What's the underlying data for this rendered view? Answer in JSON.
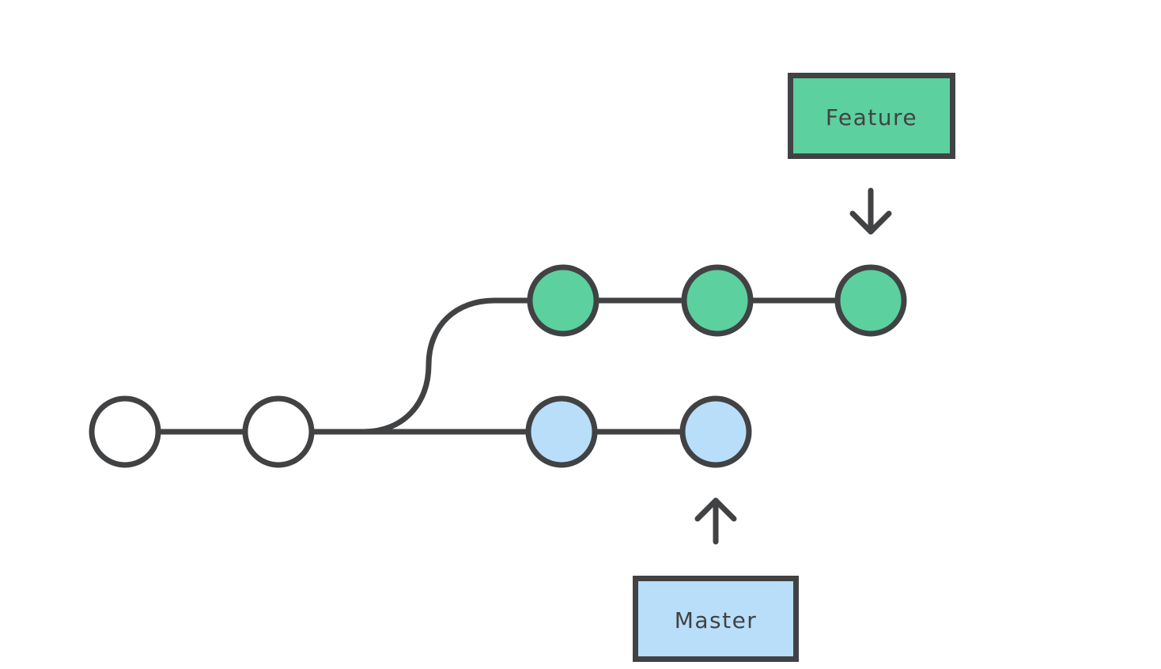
{
  "diagram": {
    "colors": {
      "stroke": "#414244",
      "feature": "#5cd09e",
      "master": "#b8def9",
      "base": "#ffffff"
    },
    "branches": {
      "feature": {
        "label": "Feature",
        "commits": 3
      },
      "master": {
        "label": "Master",
        "commits": 2
      },
      "shared_history_commits": 2
    }
  }
}
